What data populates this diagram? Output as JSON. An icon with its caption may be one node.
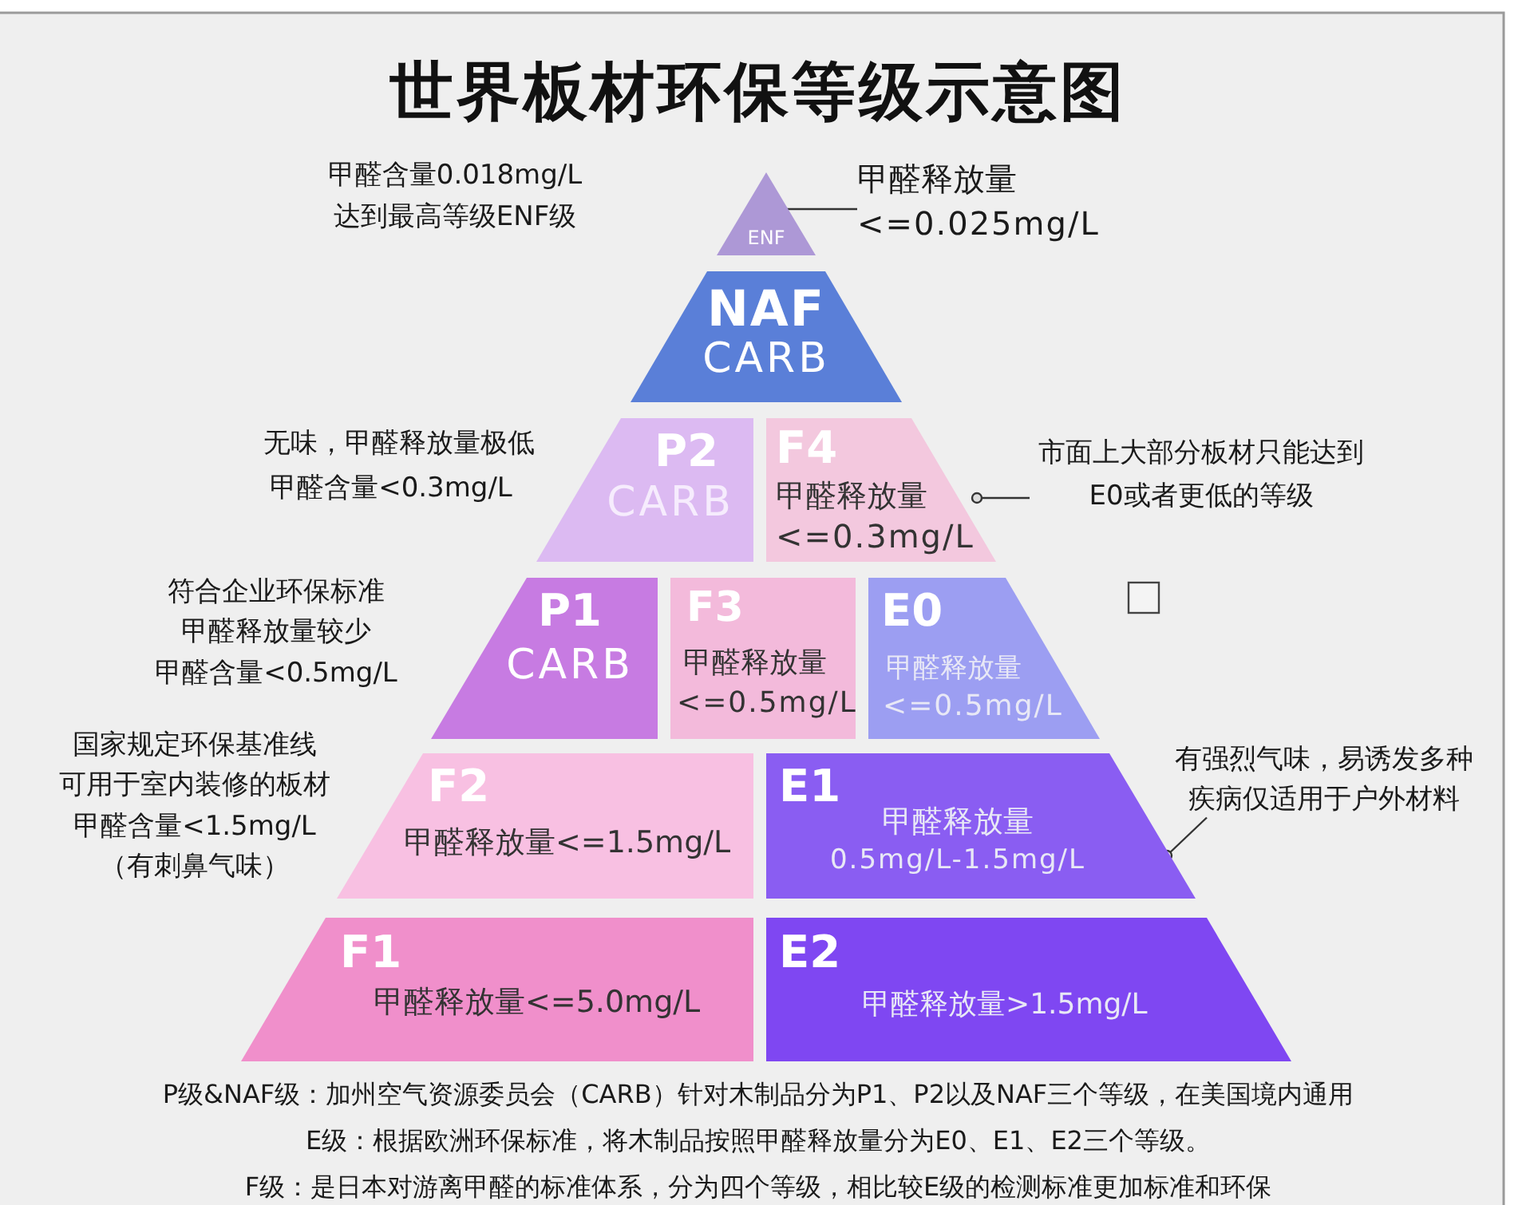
{
  "diagram": {
    "title": "世界板材环保等级示意图",
    "nodes": [
      {
        "text": [
          "ENF"
        ]
      },
      {
        "text": [
          "NAF",
          "CARB"
        ]
      },
      {
        "text": [
          "P2",
          "CARB"
        ]
      },
      {
        "text": [
          "F4",
          "甲醛释放量",
          "<=0.3mg/L"
        ]
      },
      {
        "text": [
          "P1",
          "CARB"
        ]
      },
      {
        "text": [
          "F3",
          "甲醛释放量",
          "<=0.5mg/L"
        ]
      },
      {
        "text": [
          "E0",
          "甲醛释放量",
          "<=0.5mg/L"
        ]
      },
      {
        "text": [
          "F2",
          "甲醛释放量<=1.5mg/L"
        ]
      },
      {
        "text": [
          "E1",
          "甲醛释放量",
          "0.5mg/L-1.5mg/L"
        ]
      },
      {
        "text": [
          "F1",
          "甲醛释放量<=5.0mg/L"
        ]
      },
      {
        "text": [
          "E2",
          "甲醛释放量>1.5mg/L"
        ]
      },
      {
        "text": [
          "甲醛释放量",
          "<=0.025mg/L"
        ]
      },
      {
        "text": [
          "市面上大部分板材只能达到",
          "E0或者更低的等级"
        ]
      },
      {
        "text": [
          "有强烈气味，易诱发多种",
          "疾病仅适用于户外材料"
        ]
      }
    ],
    "edges": [
      {
        "from": 11,
        "to": 0,
        "arrow": "other"
      },
      {
        "from": 12,
        "to": 3,
        "arrow": "other"
      },
      {
        "from": 13,
        "to": 8,
        "arrow": "other"
      }
    ],
    "labels": [
      "甲醛含量0.018mg/L",
      "达到最高等级ENF级",
      "无味，甲醛释放量极低",
      "甲醛含量<0.3mg/L",
      "符合企业环保标准",
      "甲醛释放量较少",
      "甲醛含量<0.5mg/L",
      "国家规定环保基准线",
      "可用于室内装修的板材",
      "甲醛含量<1.5mg/L",
      "（有刺鼻气味）",
      "P级&NAF级：加州空气资源委员会（CARB）针对木制品分为P1、P2以及NAF三个等级，在美国境内通用",
      "E级：根据欧洲环保标准，将木制品按照甲醛释放量分为E0、E1、E2三个等级。",
      "F级：是日本对游离甲醛的标准体系，分为四个等级，相比较E级的检测标准更加标准和环保"
    ]
  }
}
